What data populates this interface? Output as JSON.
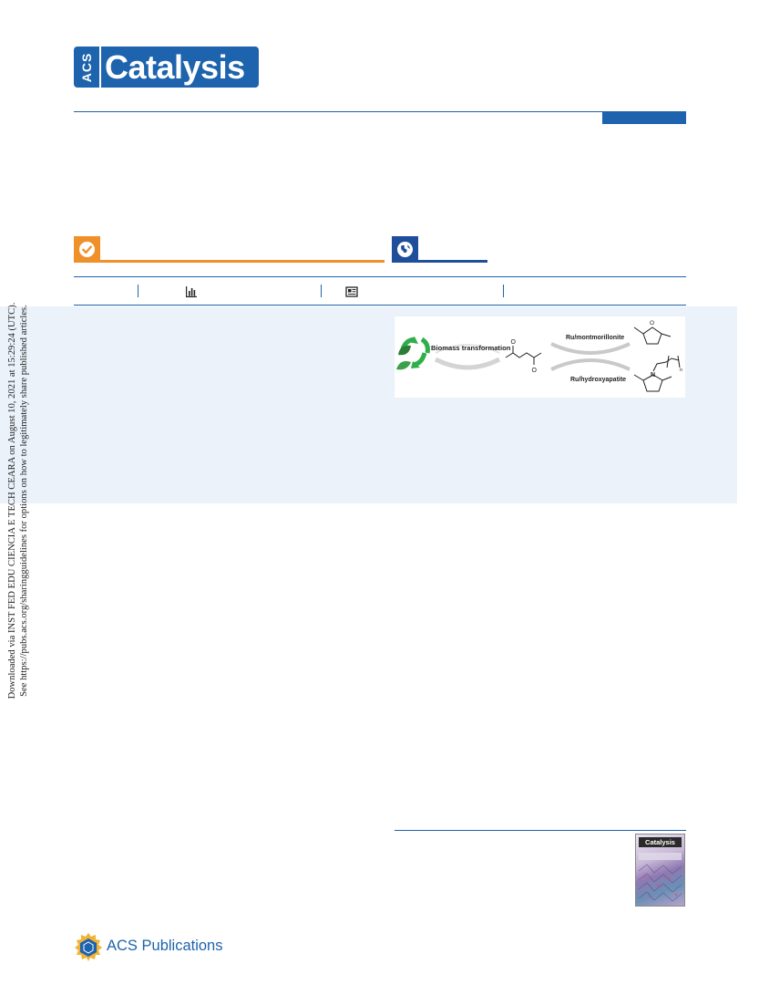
{
  "journal": {
    "logo_prefix": "ACS",
    "logo_name": "Catalysis"
  },
  "figure": {
    "label_biomass": "Biomass transformation",
    "label_top_catalyst": "Ru/montmorillonite",
    "label_bottom_catalyst": "Ru/hydroxyapatite",
    "label_n": "n",
    "label_N": "N"
  },
  "stamp": {
    "line1": "Downloaded via INST FED EDU CIENCIA E TECH CEARA on August 10, 2021 at 15:29:24 (UTC).",
    "line2": "See https://pubs.acs.org/sharingguidelines for options on how to legitimately share published articles."
  },
  "cover": {
    "title": "Catalysis"
  },
  "publisher": {
    "name": "ACS Publications"
  },
  "colors": {
    "acs_blue": "#1d63ad",
    "open_access_orange": "#f0902a",
    "globe_blue": "#1f4e9b",
    "panel_bg": "#ebf2fa"
  }
}
